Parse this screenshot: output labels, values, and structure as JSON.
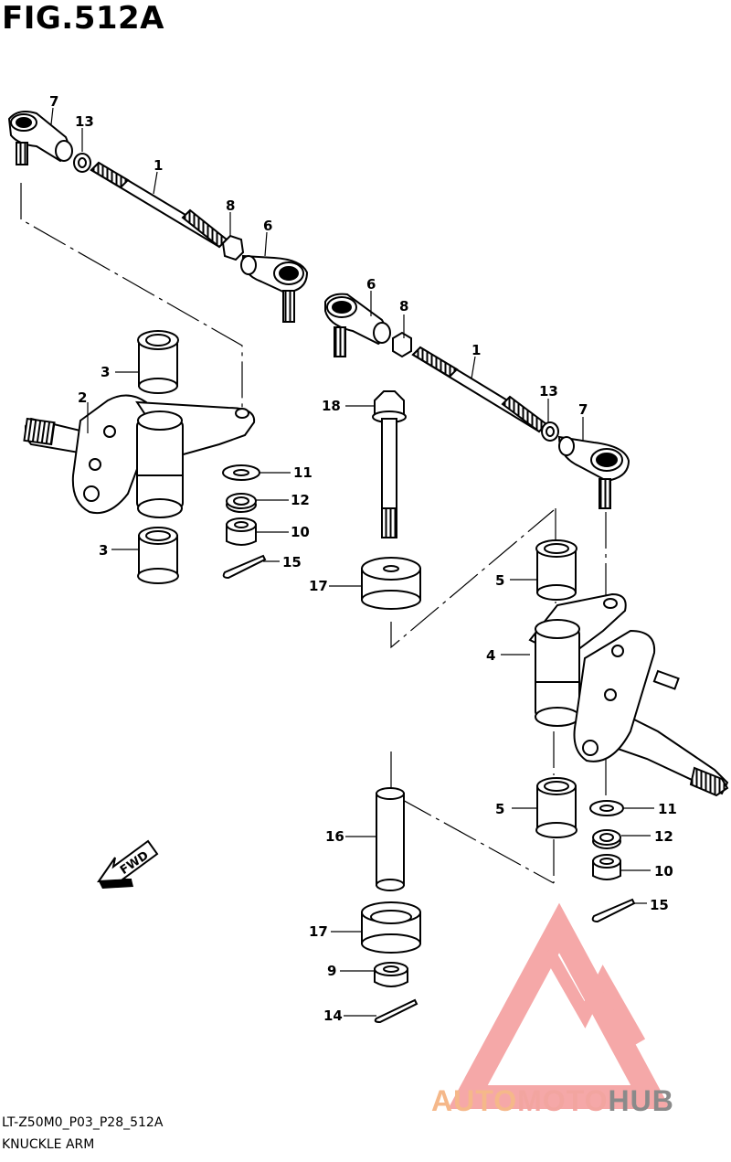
{
  "figure": {
    "title": "FIG.512A",
    "code": "LT-Z50M0_P03_P28_512A",
    "subtitle": "KNUCKLE ARM",
    "fwd_label": "FWD"
  },
  "callouts": {
    "left": {
      "c7": "7",
      "c13": "13",
      "c1": "1",
      "c8": "8",
      "c6": "6",
      "c3a": "3",
      "c2": "2",
      "c11": "11",
      "c12": "12",
      "c10": "10",
      "c3b": "3",
      "c15": "15"
    },
    "center": {
      "c18": "18",
      "c17a": "17",
      "c16": "16",
      "c17b": "17",
      "c9": "9",
      "c14": "14"
    },
    "right": {
      "c6": "6",
      "c8": "8",
      "c1": "1",
      "c13": "13",
      "c7": "7",
      "c5a": "5",
      "c4": "4",
      "c5b": "5",
      "c11": "11",
      "c12": "12",
      "c10": "10",
      "c15": "15"
    }
  },
  "watermark": {
    "part1": "AUTO",
    "part2": "MOTO",
    "part3": "HUB",
    "colors": {
      "triangle": "#f28b8b",
      "auto": "#f5b88a",
      "moto": "#f2a5a0",
      "hub": "#8a8a8a"
    }
  }
}
